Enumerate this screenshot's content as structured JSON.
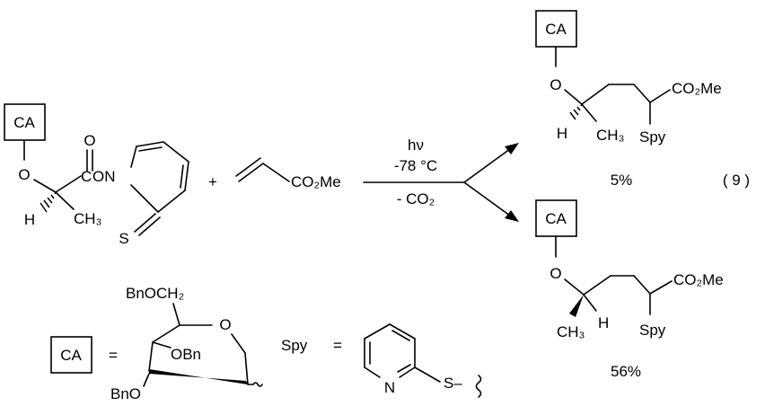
{
  "scheme": {
    "equation_number": "( 9 )",
    "plus_sign": "+",
    "conditions": {
      "line1": "hν",
      "line2": "-78 °C",
      "line3": "- CO₂"
    },
    "chiral_auxiliary_label": "CA",
    "reactant": {
      "o_label": "O",
      "carbonyl_o": "O",
      "c_label": "C",
      "ring_o_n": "ON",
      "h_label": "H",
      "methyl": "CH₃",
      "thione_s": "S"
    },
    "acrylate": {
      "ester": "CO₂Me"
    },
    "product_top": {
      "o_label": "O",
      "h_label": "H",
      "methyl": "CH₃",
      "spy": "Spy",
      "ester": "CO₂Me",
      "yield": "5%"
    },
    "product_bottom": {
      "o_label": "O",
      "h_label": "H",
      "methyl": "CH₃",
      "spy": "Spy",
      "ester": "CO₂Me",
      "yield": "56%"
    },
    "definitions": {
      "ca_label": "CA",
      "ca_equals": "=",
      "bnoch2": "BnOCH₂",
      "ring_o": "O",
      "obn": "OBn",
      "bno": "BnO",
      "spy_label": "Spy",
      "spy_equals": "=",
      "pyridine_n": "N",
      "s_link": "S–"
    }
  }
}
